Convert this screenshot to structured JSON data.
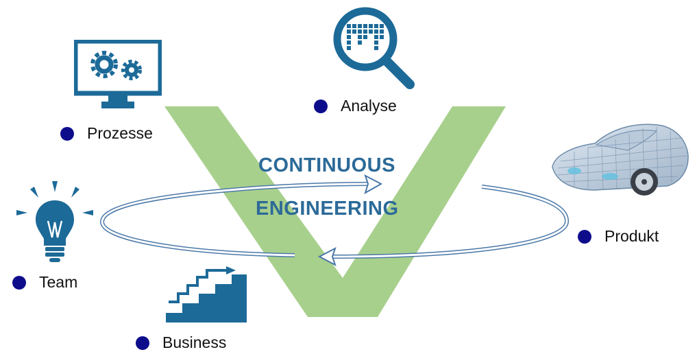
{
  "title": {
    "line1": "CONTINUOUS",
    "line2": "ENGINEERING"
  },
  "nodes": [
    {
      "id": "analyse",
      "label": "Analyse",
      "icon": "magnifier-data-icon"
    },
    {
      "id": "prozesse",
      "label": "Prozesse",
      "icon": "monitor-gears-icon"
    },
    {
      "id": "produkt",
      "label": "Produkt",
      "icon": "car-wireframe-icon"
    },
    {
      "id": "team",
      "label": "Team",
      "icon": "lightbulb-icon"
    },
    {
      "id": "business",
      "label": "Business",
      "icon": "stairs-arrow-icon"
    }
  ],
  "colors": {
    "v_shape": "#a8d08d",
    "icon_blue": "#1c6a98",
    "bullet": "#0d0d8c",
    "title_text": "#2c6a98",
    "cycle_arrow": "#4a78a8"
  }
}
